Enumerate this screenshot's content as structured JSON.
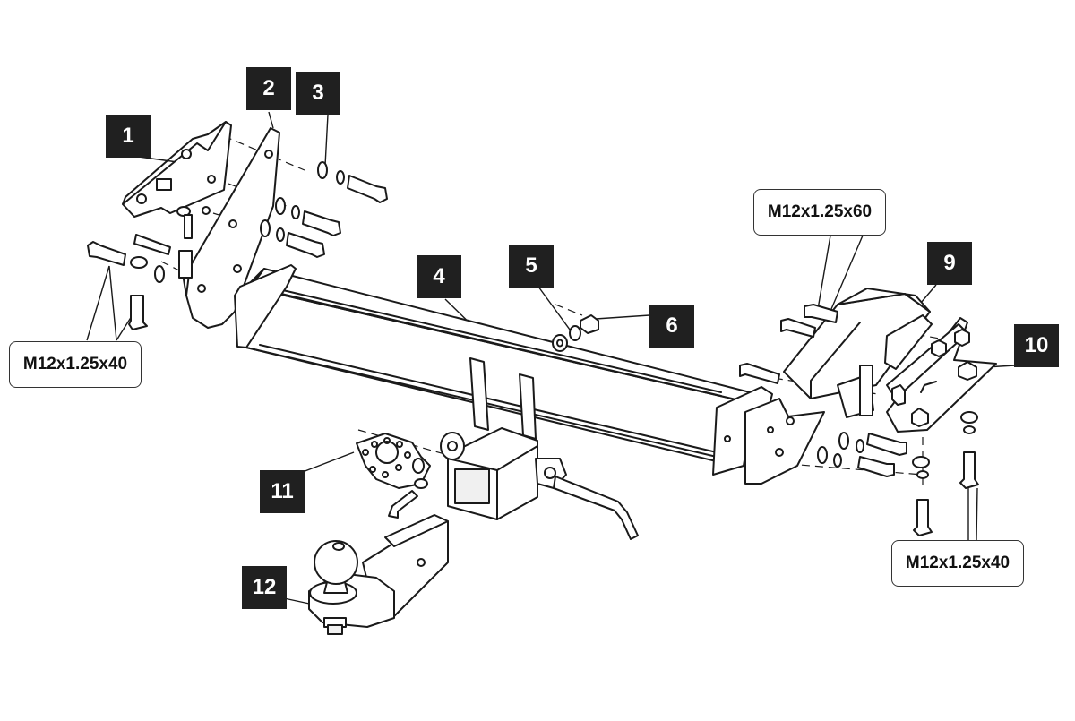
{
  "part_labels": [
    "1",
    "2",
    "3",
    "4",
    "5",
    "6",
    "9",
    "10",
    "11",
    "12"
  ],
  "spec_labels": {
    "left_bolt_spec": "M12x1.25x40",
    "right_top_bolt_spec": "M12x1.25x60",
    "right_bottom_bolt_spec": "M12x1.25x40"
  },
  "colors": {
    "label_box": "#202020",
    "label_text": "#ffffff",
    "line": "#1a1a1a"
  }
}
